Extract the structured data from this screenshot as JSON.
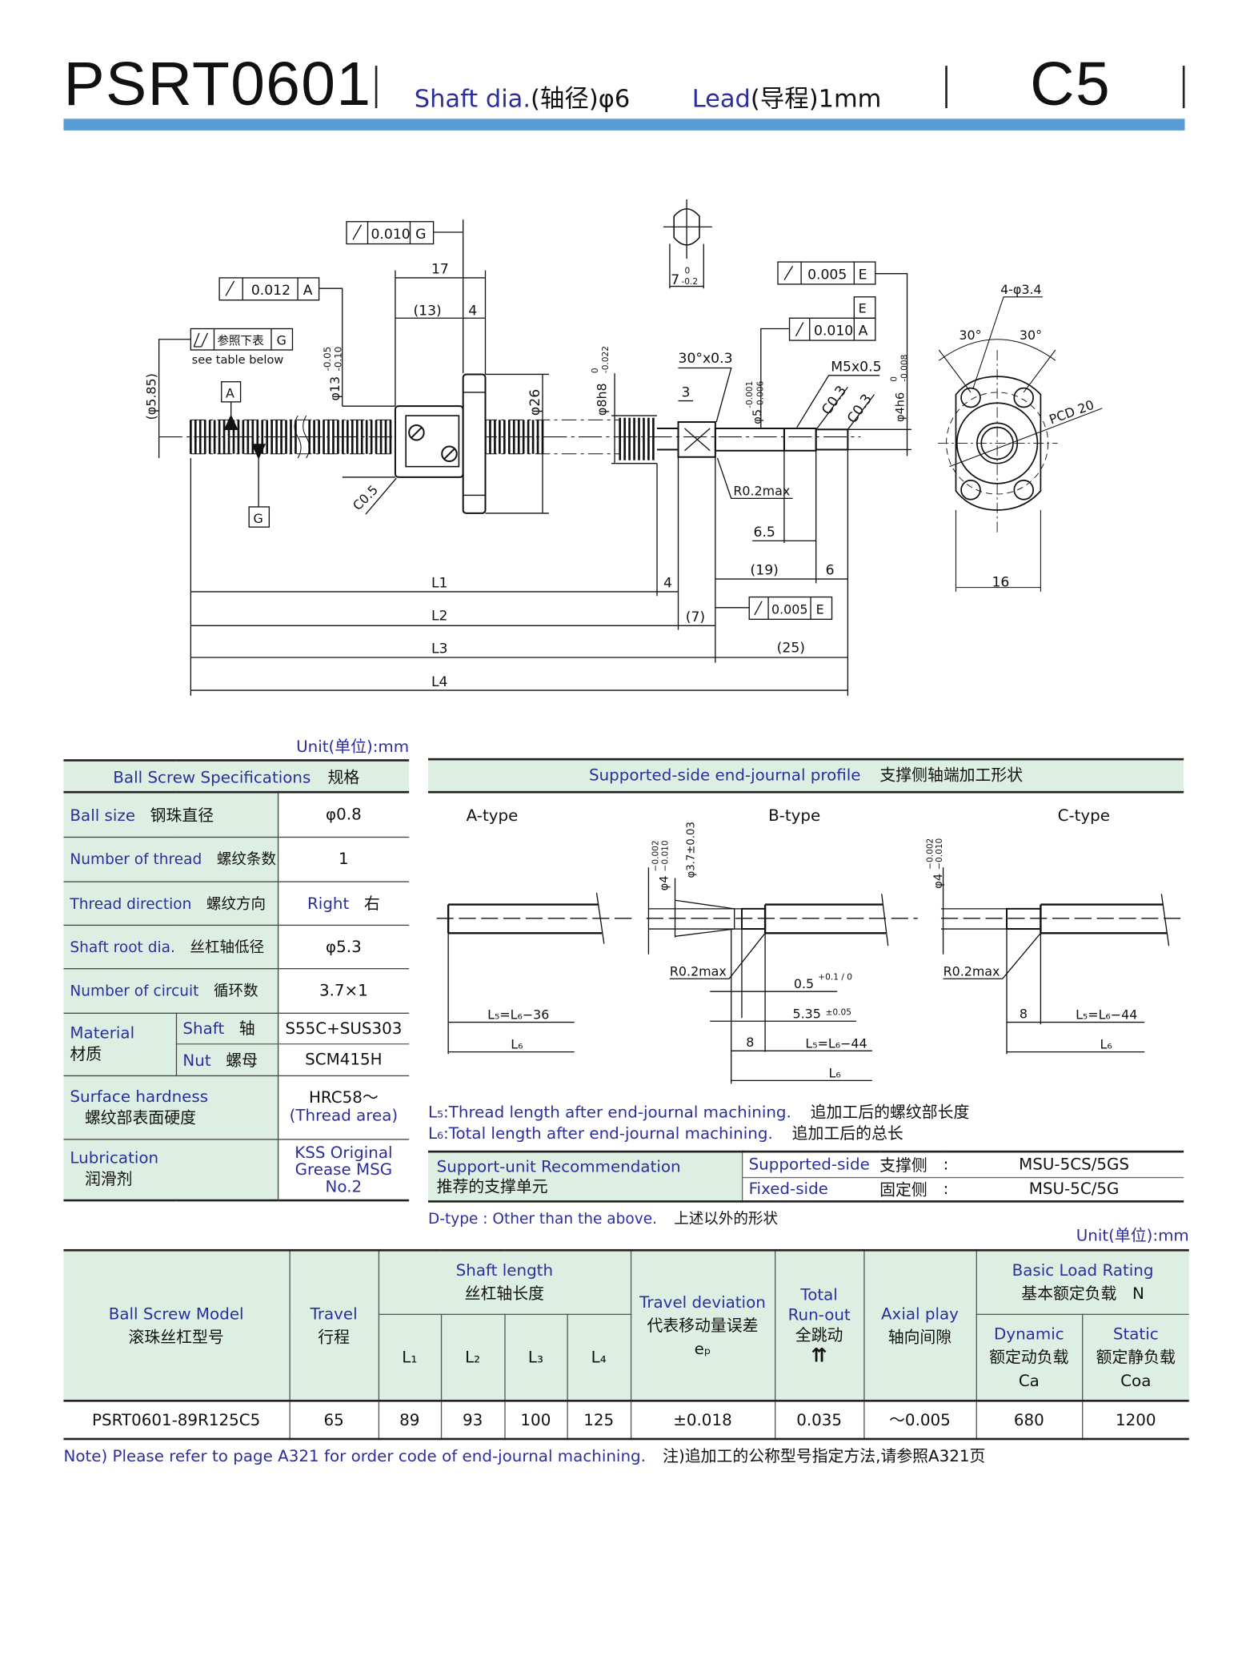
{
  "header": {
    "model": "PSRT0601",
    "shaft_dia": "Shaft dia.",
    "shaft_dia_cn": "(轴径)φ6",
    "lead": "Lead",
    "lead_cn": "(导程)1mm",
    "grade": "C5"
  },
  "drawing": {
    "fcf_top": {
      "value": "0.010",
      "datum": "G"
    },
    "fcf_nut": {
      "value": "0.012",
      "datum": "A"
    },
    "fcf_table": {
      "text": "参照下表",
      "datum": "G",
      "note": "see table below"
    },
    "dim_17": "17",
    "dim_13": "(13)",
    "dim_4": "4",
    "dia_585": "(φ5.85)",
    "dia_13": "φ13",
    "dia_13_tol_up": "-0.05",
    "dia_13_tol_lo": "-0.10",
    "dia_26": "φ26",
    "datum_a": "A",
    "datum_g": "G",
    "c05": "C0.5",
    "dia_8": "φ8h8",
    "dia_8_tol_up": "0",
    "dia_8_tol_lo": "-0.022",
    "flat_7": "7",
    "flat_7_tol_up": "0",
    "flat_7_tol_lo": "-0.2",
    "fcf_e": {
      "value": "0.005",
      "datum": "E"
    },
    "fcf_ea": {
      "value": "0.010",
      "datum1": "E",
      "datum2": "A"
    },
    "chamfer_30": "30°x0.3",
    "dim_3": "3",
    "dia_5": "φ5",
    "dia_5_tol_up": "-0.001",
    "dia_5_tol_lo": "-0.006",
    "m5": "M5x0.5",
    "c03a": "C0.3",
    "c03b": "C0.3",
    "dia_4": "φ4h6",
    "dia_4_tol_up": "0",
    "dia_4_tol_lo": "-0.008",
    "r02": "R0.2max",
    "dim_65": "6.5",
    "dim_19": "(19)",
    "dim_6": "6",
    "l1": "L1",
    "dim_4b": "4",
    "l2": "L2",
    "dim_7": "(7)",
    "l3": "L3",
    "dim_25": "(25)",
    "l4": "L4",
    "fcf_e2": {
      "value": "0.005",
      "datum": "E"
    },
    "holes": "4-φ3.4",
    "ang1": "30°",
    "ang2": "30°",
    "pcd": "PCD 20",
    "dim_16": "16"
  },
  "spec": {
    "unit": "Unit(单位):mm",
    "title": "Ball Screw Specifications",
    "title_cn": "规格",
    "rows": [
      {
        "en": "Ball size",
        "cn": "钢珠直径",
        "value": "φ0.8"
      },
      {
        "en": "Number of thread",
        "cn": "螺纹条数",
        "value": "1"
      },
      {
        "en": "Thread direction",
        "cn": "螺纹方向",
        "value": "Right",
        "value_cn": "右"
      },
      {
        "en": "Shaft root dia.",
        "cn": "丝杠轴低径",
        "value": "φ5.3"
      },
      {
        "en": "Number of circuit",
        "cn": "循环数",
        "value": "3.7×1"
      }
    ],
    "material": {
      "en": "Material",
      "cn": "材质",
      "shaft": "Shaft",
      "shaft_cn": "轴",
      "shaft_value": "S55C+SUS303",
      "nut": "Nut",
      "nut_cn": "螺母",
      "nut_value": "SCM415H"
    },
    "hardness": {
      "en": "Surface hardness",
      "cn": "螺纹部表面硬度",
      "value": "HRC58～",
      "value2": "(Thread area)"
    },
    "lubrication": {
      "en": "Lubrication",
      "cn": "润滑剂",
      "value1": "KSS Original",
      "value2": "Grease MSG",
      "value3": "No.2"
    }
  },
  "profile": {
    "title": "Supported-side end-journal profile",
    "title_cn": "支撑侧轴端加工形状",
    "a_type": "A-type",
    "b_type": "B-type",
    "c_type": "C-type",
    "a_l5": "L₅=L₆−36",
    "a_l6": "L₆",
    "b_d4": "φ4",
    "b_d4_up": "−0.002",
    "b_d4_lo": "−0.010",
    "b_d37": "φ3.7±0.03",
    "b_r": "R0.2max",
    "b_05": "0.5",
    "b_05_tol": "+0.1 / 0",
    "b_535": "5.35",
    "b_535_tol": "±0.05",
    "b_8": "8",
    "b_l5": "L₅=L₆−44",
    "b_l6": "L₆",
    "c_d4": "φ4",
    "c_d4_up": "−0.002",
    "c_d4_lo": "−0.010",
    "c_r": "R0.2max",
    "c_8": "8",
    "c_l5": "L₅=L₆−44",
    "c_l6": "L₆",
    "note_l5_key": "L₅",
    "note_l5": ":Thread length after end-journal machining.",
    "note_l5_cn": "追加工后的螺纹部长度",
    "note_l6_key": "L₆",
    "note_l6": ":Total length after end-journal machining.",
    "note_l6_cn": "追加工后的总长"
  },
  "support": {
    "title": "Support-unit Recommendation",
    "title_cn": "推荐的支撑单元",
    "supported": "Supported-side",
    "supported_cn": "支撑侧",
    "supported_value": "MSU-5CS/5GS",
    "fixed": "Fixed-side",
    "fixed_cn": "固定侧",
    "fixed_value": "MSU-5C/5G",
    "colon": ":"
  },
  "dtype": {
    "en": "D-type : Other than the above.",
    "cn": "上述以外的形状"
  },
  "model_table": {
    "unit": "Unit(单位):mm",
    "headers": {
      "model": "Ball Screw Model",
      "model_cn": "滚珠丝杠型号",
      "travel": "Travel",
      "travel_cn": "行程",
      "shaft_length": "Shaft length",
      "shaft_length_cn": "丝杠轴长度",
      "l1": "L₁",
      "l2": "L₂",
      "l3": "L₃",
      "l4": "L₄",
      "travel_dev": "Travel deviation",
      "travel_dev_cn": "代表移动量误差",
      "ep": "eₚ",
      "runout1": "Total",
      "runout2": "Run-out",
      "runout_cn": "全跳动",
      "axial": "Axial play",
      "axial_cn": "轴向间隙",
      "load": "Basic Load Rating",
      "load_cn": "基本额定负载",
      "load_unit": "N",
      "dynamic": "Dynamic",
      "dynamic_cn": "额定动负载",
      "ca": "Ca",
      "static": "Static",
      "static_cn": "额定静负载",
      "coa": "Coa"
    },
    "row": {
      "model": "PSRT0601-89R125C5",
      "travel": "65",
      "l1": "89",
      "l2": "93",
      "l3": "100",
      "l4": "125",
      "dev": "±0.018",
      "runout": "0.035",
      "axial": "～0.005",
      "ca": "680",
      "coa": "1200"
    }
  },
  "note": {
    "en": "Note) Please refer to page A321 for order code of end-journal machining.",
    "cn": "注)追加工的公称型号指定方法,请参照A321页"
  }
}
